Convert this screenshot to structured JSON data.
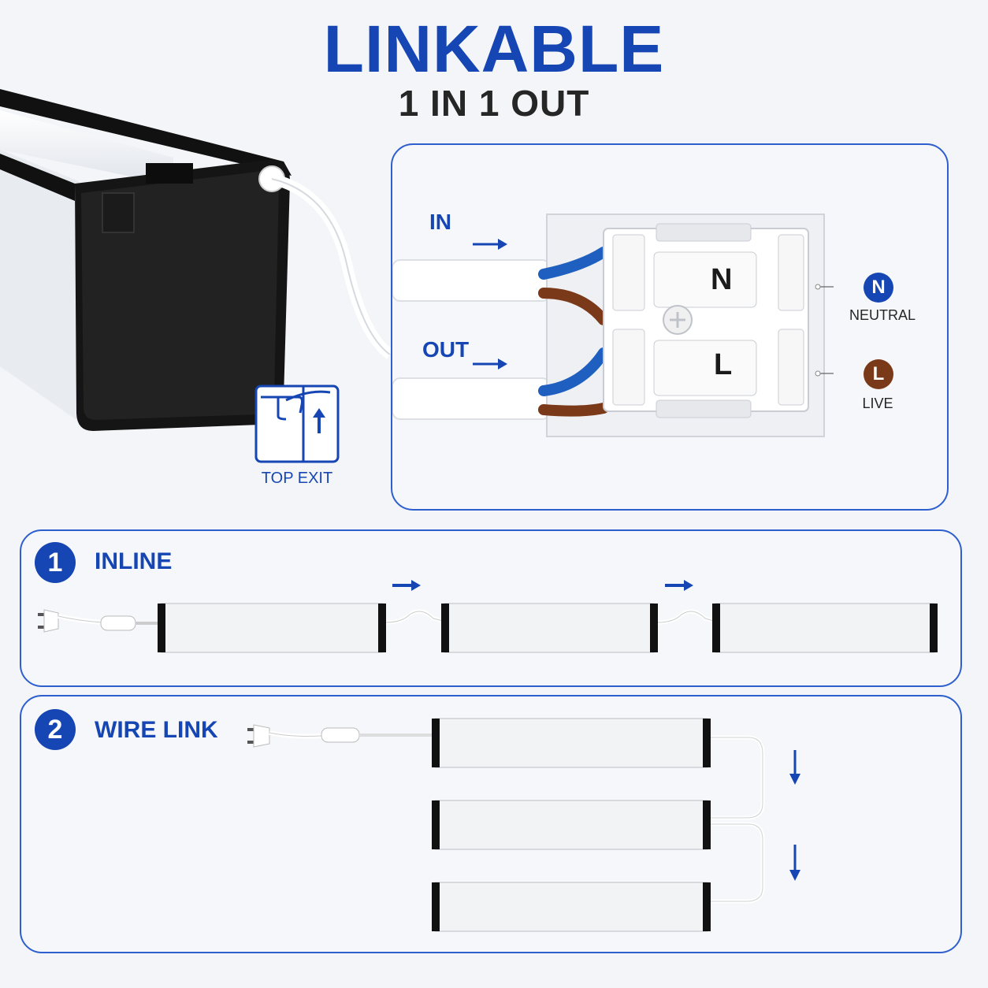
{
  "header": {
    "title": "LINKABLE",
    "subtitle": "1 IN 1 OUT"
  },
  "top_exit": {
    "label": "TOP EXIT",
    "icon": "top-exit-icon"
  },
  "terminal": {
    "in_label": "IN",
    "out_label": "OUT",
    "n_mark": "N",
    "l_mark": "L",
    "neutral": {
      "badge": "N",
      "label": "NEUTRAL",
      "color": "#1646b3"
    },
    "live": {
      "badge": "L",
      "label": "LIVE",
      "color": "#7a3a1a"
    }
  },
  "inline": {
    "number": "1",
    "label": "INLINE"
  },
  "wire_link": {
    "number": "2",
    "label": "WIRE LINK"
  },
  "colors": {
    "accent": "#1646b3",
    "neutral_wire": "#1f5fbf",
    "live_wire": "#7a3a1a"
  }
}
